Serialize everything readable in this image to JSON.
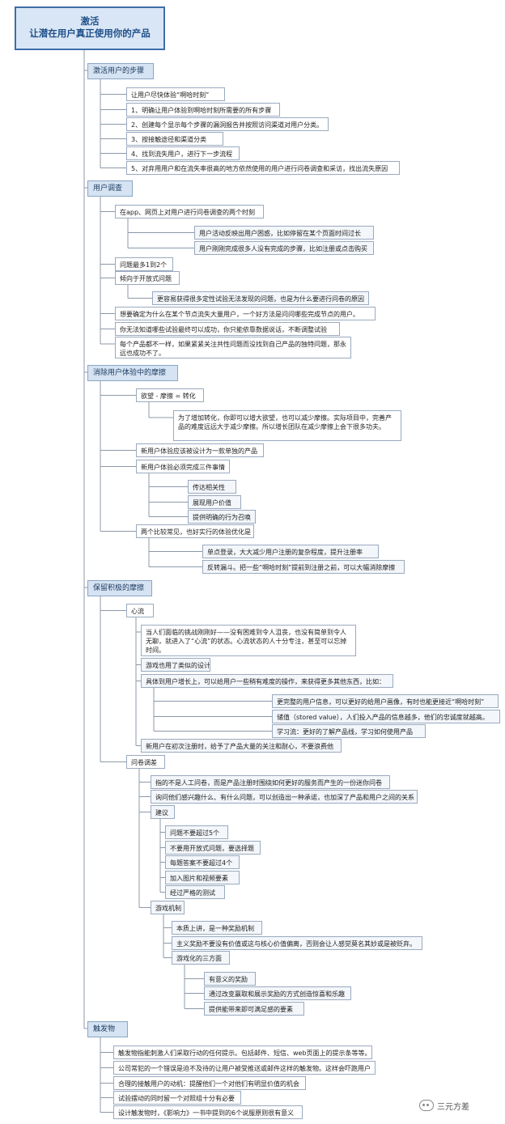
{
  "root": {
    "line1": "激活",
    "line2": "让潜在用户真正使用你的产品"
  },
  "sections": [
    {
      "label": "激活用户的步骤",
      "items": [
        {
          "text": "让用户尽快体验“啊哈时刻”"
        },
        {
          "text": "1、明确让用户体验到啊哈时刻所需要的所有步骤"
        },
        {
          "text": "2、创建每个显示每个步骤的漏洞报告并按照访问渠道对用户分类。"
        },
        {
          "text": "3、按接触途径和渠道分类"
        },
        {
          "text": "4、找到流失用户，进行下一步流程"
        },
        {
          "text": "5、对弃用用户和在流失率很高的地方依然使用的用户进行问卷调查和采访，找出流失原因"
        }
      ]
    },
    {
      "label": "用户调查",
      "items": [
        {
          "text": "在app、网页上对用户进行问卷调查的两个时刻",
          "children": [
            {
              "text": "用户活动反映出用户困惑，比如停留在某个页面时间过长"
            },
            {
              "text": "用户刚刚完成很多人没有完成的步骤，比如注册或点击购买"
            }
          ]
        },
        {
          "text": "问题最多1到2个"
        },
        {
          "text": "倾向于开放式问题",
          "children": [
            {
              "text": "更容易获得很多定性试验无法发现的问题，也是为什么要进行问卷的原因"
            }
          ]
        },
        {
          "text": "想要确定为什么在某个节点流失大量用户，一个好方法是问问哪些完成节点的用户。"
        },
        {
          "text": "你无法知道哪些试验最终可以成功，你只能依靠数据说话，不断调整试验"
        },
        {
          "text": "每个产品都不一样，如果紧紧关注共性问题而没找到自己产品的独特问题，那永远也成功不了。"
        }
      ]
    },
    {
      "label": "消除用户体验中的摩擦",
      "items": [
        {
          "text": "欲望 - 摩擦 = 转化",
          "children": [
            {
              "text": "为了增加转化，你即可以增大欲望，也可以减少摩擦。实际项目中，完善产品的难度远远大于减少摩擦。所以增长团队在减少摩擦上会下很多功夫。"
            }
          ]
        },
        {
          "text": "新用户体验应该被设计为一款单独的产品"
        },
        {
          "text": "新用户体验必须完成三件事情",
          "children": [
            {
              "text": "传达相关性"
            },
            {
              "text": "展现用户价值"
            },
            {
              "text": "提供明确的行为召唤"
            }
          ]
        },
        {
          "text": "两个比较常见，也好实行的体验优化是",
          "children": [
            {
              "text": "单点登录，大大减少用户注册的复杂程度，提升注册率"
            },
            {
              "text": "反转漏斗。把一些“啊哈时刻”提前到注册之前，可以大幅消除摩擦"
            }
          ]
        }
      ]
    },
    {
      "label": "保留积极的摩擦",
      "items": [
        {
          "text": "心流",
          "children": [
            {
              "text": "当人们面临的挑战刚刚好——没有困难到令人沮丧，也没有简单到令人无聊，就进入了“心流”的状态。心流状态的人十分专注，甚至可以忘掉时间。"
            },
            {
              "text": "游戏也用了类似的设计"
            },
            {
              "text": "具体到用户增长上，可以给用户一些稍有难度的操作，来获得更多其他东西，比如：",
              "children": [
                {
                  "text": "更完整的用户信息，可以更好的给用户画像，有时也能更接近“啊哈时刻”"
                },
                {
                  "text": "储值（stored value），人们投入产品的信息越多，他们的忠诚度就越高。"
                },
                {
                  "text": "学习流：更好的了解产品线，学习如何使用产品"
                }
              ]
            },
            {
              "text": "新用户在初次注册时，给予了产品大量的关注和耐心，不要浪费他"
            }
          ]
        },
        {
          "text": "问卷调差",
          "children": [
            {
              "text": "指的不是人工问卷，而是产品注册时围绕如何更好的服务而产生的一份迷你问卷"
            },
            {
              "text": "询问他们感兴趣什么、有什么问题，可以创造出一种承诺，也加深了产品和用户之间的关系"
            },
            {
              "text": "建议",
              "children": [
                {
                  "text": "问题不要超过5个"
                },
                {
                  "text": "不要用开放式问题，要选择题"
                },
                {
                  "text": "每题答案不要超过4个"
                },
                {
                  "text": "加入图片和视频要素"
                },
                {
                  "text": "经过严格的测试"
                }
              ]
            },
            {
              "text": "游戏机制",
              "children": [
                {
                  "text": "本质上讲，是一种奖励机制"
                },
                {
                  "text": "主义奖励不要没有价值或这与核心价值偏离，否则会让人感觉莫名其妙或是被贬弃。"
                },
                {
                  "text": "游戏化的三方面",
                  "children": [
                    {
                      "text": "有意义的奖励"
                    },
                    {
                      "text": "通过改变赢取和展示奖励的方式创造惊喜和乐趣"
                    },
                    {
                      "text": "提供能带来即可满足感的要素"
                    }
                  ]
                }
              ]
            }
          ]
        }
      ]
    },
    {
      "label": "触发物",
      "items": [
        {
          "text": "触发物指能刺激人们采取行动的任何提示。包括邮件、短信、web页面上的提示条等等。"
        },
        {
          "text": "公司常犯的一个错误是迫不及待的让用户被受推送或邮件这样的触发物。这样会吓跑用户"
        },
        {
          "text": "合理的接触用户的动机：提醒他们一个对他们有明显价值的机会"
        },
        {
          "text": "试验摆动的同时留一个对照组十分有必要"
        },
        {
          "text": "设计触发物时，《影响力》一书中提到的6个说服原则很有意义"
        }
      ]
    }
  ],
  "watermark": {
    "text": "三元方差",
    "icon": "wechat-icon"
  },
  "colors": {
    "root_border": "#3e6ea7",
    "section_fill": "#d5e3f2",
    "node_border": "#9aaabf",
    "line": "#8c99a8"
  }
}
